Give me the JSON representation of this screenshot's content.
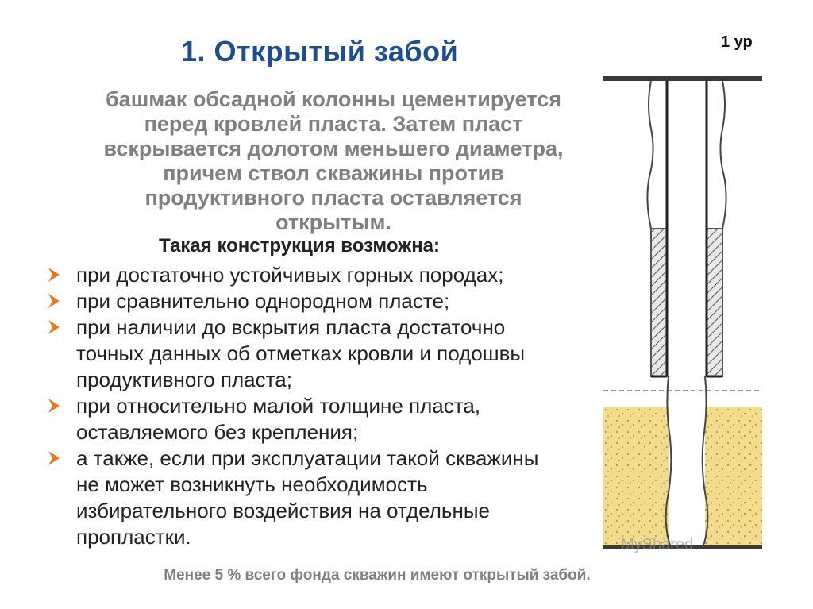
{
  "slide": {
    "title": "1. Открытый забой",
    "level": "1 ур",
    "intro_lines": [
      "башмак обсадной колонны цементируется",
      "перед кровлей пласта. Затем пласт",
      "вскрывается долотом меньшего диаметра,",
      "причем ствол скважины против",
      "продуктивного пласта оставляется",
      "открытым."
    ],
    "subheading": "Такая конструкция возможна:",
    "bullets": [
      {
        "lines": [
          "при достаточно устойчивых горных породах;"
        ]
      },
      {
        "lines": [
          "при сравнительно однородном пласте;"
        ]
      },
      {
        "lines": [
          "при наличии до вскрытия пласта достаточно",
          "точных данных об отметках кровли и подошвы",
          "продуктивного пласта;"
        ]
      },
      {
        "lines": [
          "при относительно малой толщине пласта,",
          "оставляемого без крепления;"
        ]
      },
      {
        "lines": [
          "а также, если при эксплуатации такой скважины",
          "не может возникнуть необходимость",
          "избирательного воздействия на отдельные",
          "пропластки."
        ]
      }
    ],
    "footer": "Менее 5 % всего фонда скважин имеют открытый забой.",
    "watermark": "MyShared"
  },
  "colors": {
    "title": "#1f4e8c",
    "intro": "#808080",
    "body": "#222222",
    "bullet_arrow": "#e07b20",
    "formation_fill": "#f4dc8e",
    "cement_hatch": "#555555"
  }
}
